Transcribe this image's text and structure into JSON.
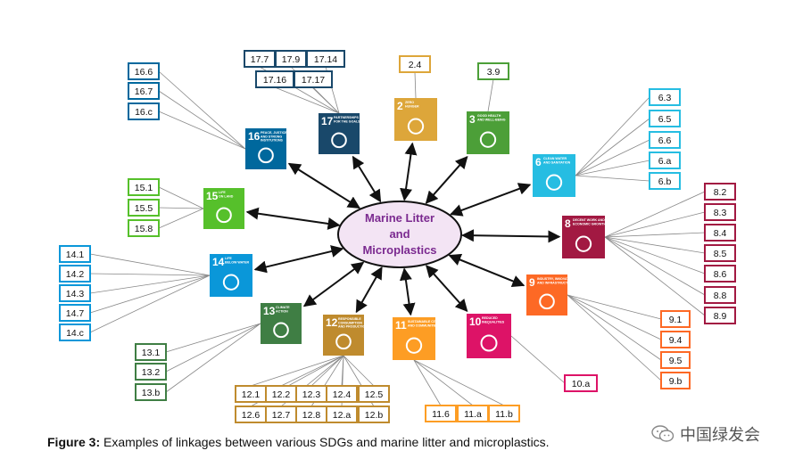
{
  "center": {
    "lines": [
      "Marine Litter",
      "and",
      "Microplastics"
    ]
  },
  "caption": {
    "label": "Figure 3:",
    "text": " Examples of linkages between various SDGs and marine litter and microplastics."
  },
  "watermark": {
    "text": "中国绿发会"
  },
  "sdgs": [
    {
      "id": "2",
      "num": "2",
      "title": [
        "ZERO",
        "HUNGER"
      ],
      "color": "#DDA63A",
      "targets": [
        "2.4"
      ]
    },
    {
      "id": "3",
      "num": "3",
      "title": [
        "GOOD HEALTH",
        "AND WELL-BEING"
      ],
      "color": "#4C9F38",
      "targets": [
        "3.9"
      ]
    },
    {
      "id": "6",
      "num": "6",
      "title": [
        "CLEAN WATER",
        "AND SANITATION"
      ],
      "color": "#26BDE2",
      "targets": [
        "6.3",
        "6.5",
        "6.6",
        "6.a",
        "6.b"
      ]
    },
    {
      "id": "8",
      "num": "8",
      "title": [
        "DECENT WORK AND",
        "ECONOMIC GROWTH"
      ],
      "color": "#A21942",
      "targets": [
        "8.2",
        "8.3",
        "8.4",
        "8.5",
        "8.6",
        "8.8",
        "8.9"
      ]
    },
    {
      "id": "9",
      "num": "9",
      "title": [
        "INDUSTRY, INNOVATION",
        "AND INFRASTRUCTURE"
      ],
      "color": "#FD6925",
      "targets": [
        "9.1",
        "9.4",
        "9.5",
        "9.b"
      ]
    },
    {
      "id": "10",
      "num": "10",
      "title": [
        "REDUCED",
        "INEQUALITIES"
      ],
      "color": "#DD1367",
      "targets": [
        "10.a"
      ]
    },
    {
      "id": "11",
      "num": "11",
      "title": [
        "SUSTAINABLE CITIES",
        "AND COMMUNITIES"
      ],
      "color": "#FD9D24",
      "targets": [
        "11.6",
        "11.a",
        "11.b"
      ]
    },
    {
      "id": "12",
      "num": "12",
      "title": [
        "RESPONSIBLE",
        "CONSUMPTION",
        "AND PRODUCTION"
      ],
      "color": "#BF8B2E",
      "targets": [
        "12.1",
        "12.2",
        "12.3",
        "12.4",
        "12.5",
        "12.6",
        "12.7",
        "12.8",
        "12.a",
        "12.b"
      ]
    },
    {
      "id": "13",
      "num": "13",
      "title": [
        "CLIMATE",
        "ACTION"
      ],
      "color": "#3F7E44",
      "targets": [
        "13.1",
        "13.2",
        "13.b"
      ]
    },
    {
      "id": "14",
      "num": "14",
      "title": [
        "LIFE",
        "BELOW WATER"
      ],
      "color": "#0A97D9",
      "targets": [
        "14.1",
        "14.2",
        "14.3",
        "14.7",
        "14.c"
      ]
    },
    {
      "id": "15",
      "num": "15",
      "title": [
        "LIFE",
        "ON LAND"
      ],
      "color": "#56C02B",
      "targets": [
        "15.1",
        "15.5",
        "15.8"
      ]
    },
    {
      "id": "16",
      "num": "16",
      "title": [
        "PEACE, JUSTICE",
        "AND STRONG",
        "INSTITUTIONS"
      ],
      "color": "#00689D",
      "targets": [
        "16.6",
        "16.7",
        "16.c"
      ]
    },
    {
      "id": "17",
      "num": "17",
      "title": [
        "PARTNERSHIPS",
        "FOR THE GOALS"
      ],
      "color": "#19486A",
      "targets": [
        "17.7",
        "17.9",
        "17.14",
        "17.16",
        "17.17"
      ]
    }
  ]
}
